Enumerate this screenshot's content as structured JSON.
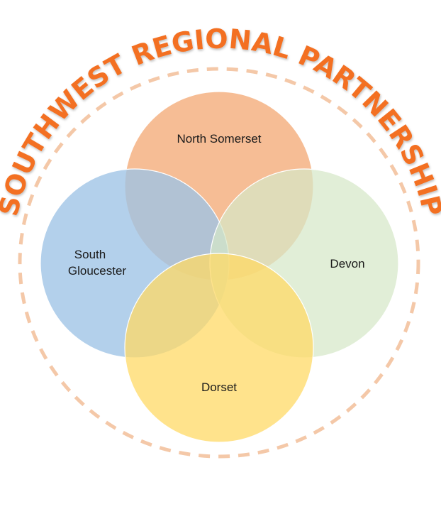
{
  "title": "SOUTHWEST REGIONAL PARTNERSHIP",
  "colors": {
    "title": "#f37021",
    "dashed_ring": "#f4c8a8",
    "north_somerset": "#f4b183",
    "south_gloucester": "#9dc3e6",
    "devon": "#dcebd2",
    "dorset": "#ffd966"
  },
  "regions": [
    {
      "id": "north-somerset",
      "label": "North Somerset",
      "color": "#f4b183"
    },
    {
      "id": "south-gloucester",
      "label_lines": [
        "South",
        "Gloucester"
      ],
      "color": "#9dc3e6"
    },
    {
      "id": "devon",
      "label": "Devon",
      "color": "#dcebd2"
    },
    {
      "id": "dorset",
      "label": "Dorset",
      "color": "#ffd966"
    }
  ]
}
